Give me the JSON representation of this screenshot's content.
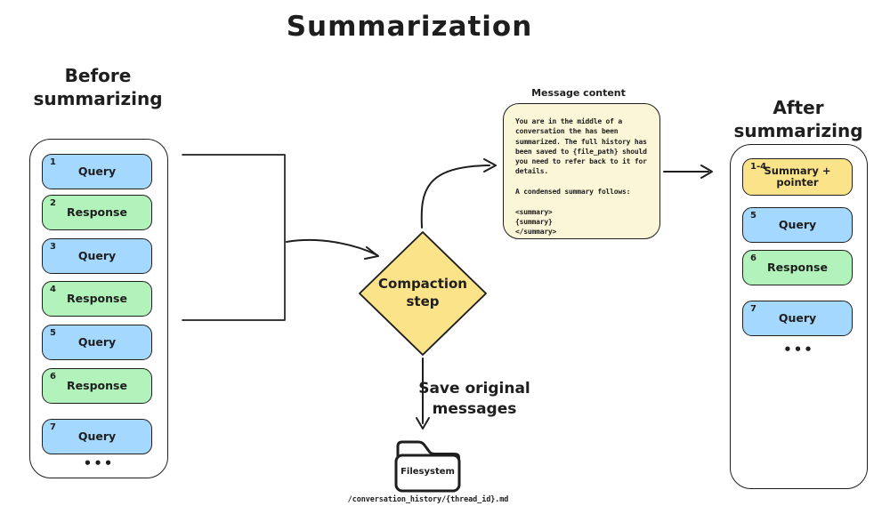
{
  "title": "Summarization",
  "colors": {
    "query": "#a5d8ff",
    "response": "#b2f2bb",
    "summary": "#fbe38a",
    "note_bg": "#fcf6d8",
    "ink": "#1e1e1e"
  },
  "before": {
    "heading": "Before\nsummarizing",
    "items": [
      {
        "num": "1",
        "label": "Query"
      },
      {
        "num": "2",
        "label": "Response"
      },
      {
        "num": "3",
        "label": "Query"
      },
      {
        "num": "4",
        "label": "Response"
      },
      {
        "num": "5",
        "label": "Query"
      },
      {
        "num": "6",
        "label": "Response"
      },
      {
        "num": "7",
        "label": "Query"
      }
    ],
    "more": "•••"
  },
  "compaction": {
    "label": "Compaction\nstep"
  },
  "note": {
    "caption": "Message content",
    "body": "You are in the middle of a\nconversation the has been\nsummarized. The full history has\nbeen saved to {file_path} should\nyou need to refer back to it for\ndetails.\n\nA condensed summary follows:\n\n<summary>\n{summary}\n</summary>"
  },
  "after": {
    "heading": "After\nsummarizing",
    "items": [
      {
        "num": "1-4",
        "label": "Summary +\npointer"
      },
      {
        "num": "5",
        "label": "Query"
      },
      {
        "num": "6",
        "label": "Response"
      },
      {
        "num": "7",
        "label": "Query"
      }
    ],
    "more": "•••"
  },
  "save": {
    "label": "Save original\nmessages"
  },
  "filesystem": {
    "label": "Filesystem",
    "path": "/conversation_history/{thread_id}.md"
  }
}
